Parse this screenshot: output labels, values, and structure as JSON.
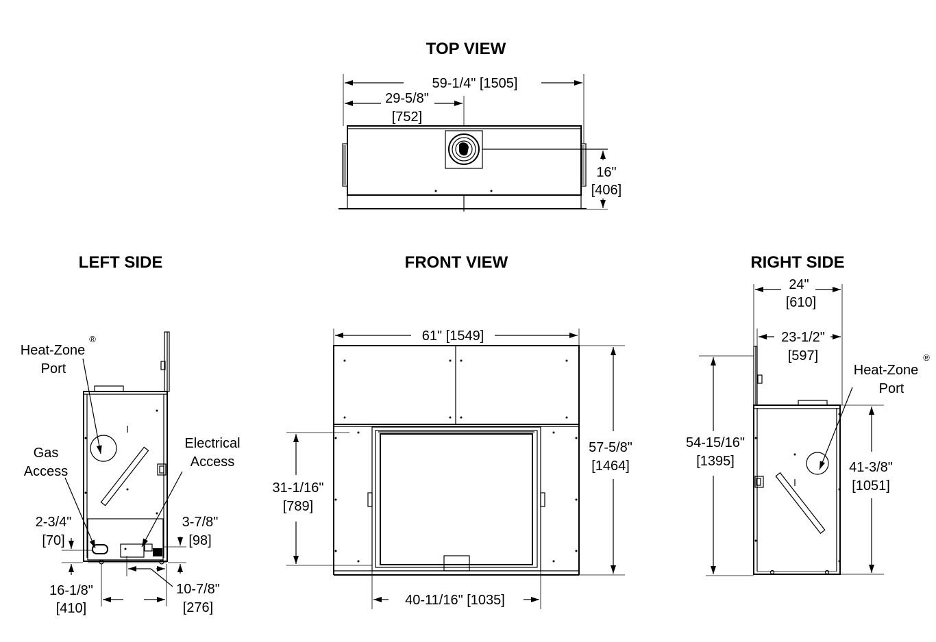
{
  "titles": {
    "top": "TOP VIEW",
    "left": "LEFT SIDE",
    "front": "FRONT VIEW",
    "right": "RIGHT SIDE"
  },
  "top_view": {
    "overall_width": "59-1/4\" [1505]",
    "center_in": "29-5/8\"",
    "center_mm": "[752]",
    "depth_in": "16\"",
    "depth_mm": "[406]"
  },
  "left_side": {
    "heat_zone_1": "Heat-Zone",
    "heat_zone_2": "Port",
    "registered": "®",
    "gas_1": "Gas",
    "gas_2": "Access",
    "elec_1": "Electrical",
    "elec_2": "Access",
    "gas_height_in": "2-3/4\"",
    "gas_height_mm": "[70]",
    "elec_height_in": "3-7/8\"",
    "elec_height_mm": "[98]",
    "gas_offset_in": "16-1/8\"",
    "gas_offset_mm": "[410]",
    "elec_offset_in": "10-7/8\"",
    "elec_offset_mm": "[276]"
  },
  "front_view": {
    "width": "61\" [1549]",
    "height_in": "57-5/8\"",
    "height_mm": "[1464]",
    "opening_height_in": "31-1/16\"",
    "opening_height_mm": "[789]",
    "opening_width": "40-11/16\" [1035]"
  },
  "right_side": {
    "depth_in": "24\"",
    "depth_mm": "[610]",
    "inner_depth_in": "23-1/2\"",
    "inner_depth_mm": "[597]",
    "height_in": "54-15/16\"",
    "height_mm": "[1395]",
    "heat_zone_1": "Heat-Zone",
    "heat_zone_2": "Port",
    "registered": "®",
    "port_height_in": "41-3/8\"",
    "port_height_mm": "[1051]"
  }
}
